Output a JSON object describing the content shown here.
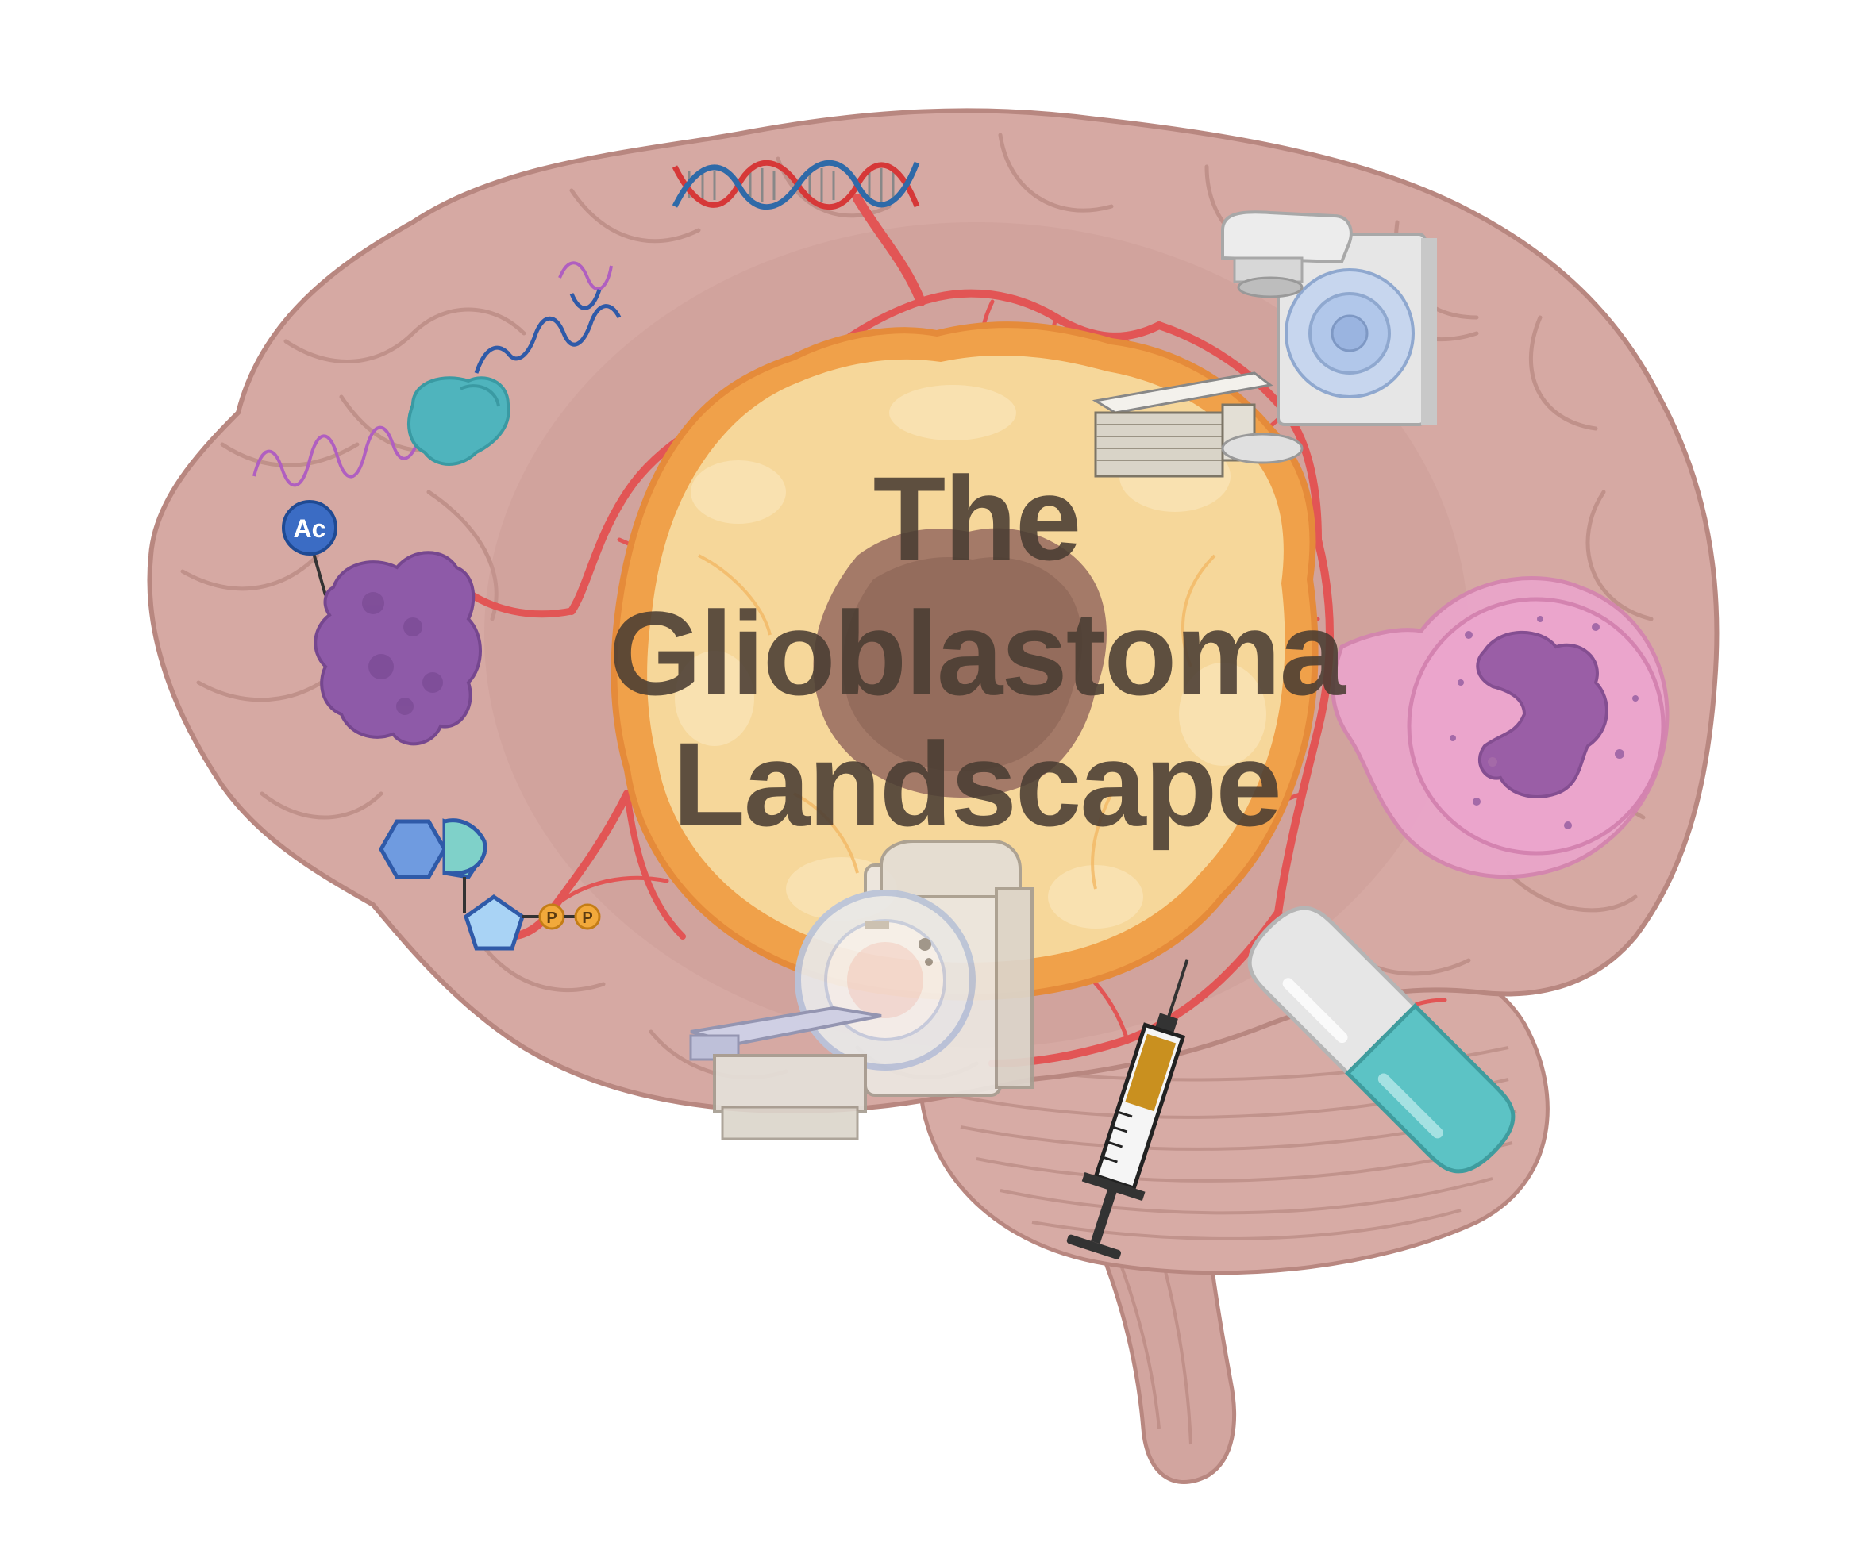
{
  "title": {
    "line1": "The",
    "line2": "Glioblastoma",
    "line3": "Landscape"
  },
  "labels": {
    "acetyl": "Ac",
    "phosphate_1": "P",
    "phosphate_2": "P"
  },
  "icons": [
    "brain-icon",
    "tumor-icon",
    "blood-vessel-icon",
    "dna-helix-icon",
    "mrna-strand-icon",
    "ribosome-icon",
    "acetylated-protein-icon",
    "nucleotide-icon",
    "radiotherapy-linac-icon",
    "immune-cell-icon",
    "mri-scanner-icon",
    "syringe-icon",
    "capsule-icon"
  ],
  "colors": {
    "brain": "#d6a9a3",
    "brain_outline": "#b88780",
    "tumor_outer": "#f0a14a",
    "tumor_inner": "#f6d79a",
    "necrotic_core": "#9b7063",
    "vessel": "#e25555",
    "title": "#4a3d33",
    "acetyl_badge": "#3b6cc4",
    "phosphate": "#f2a93b",
    "immune_cell": "#eba5cc",
    "nucleus": "#9a5ea6",
    "capsule_teal": "#5cc3c5",
    "syringe_fluid": "#c9901f"
  }
}
